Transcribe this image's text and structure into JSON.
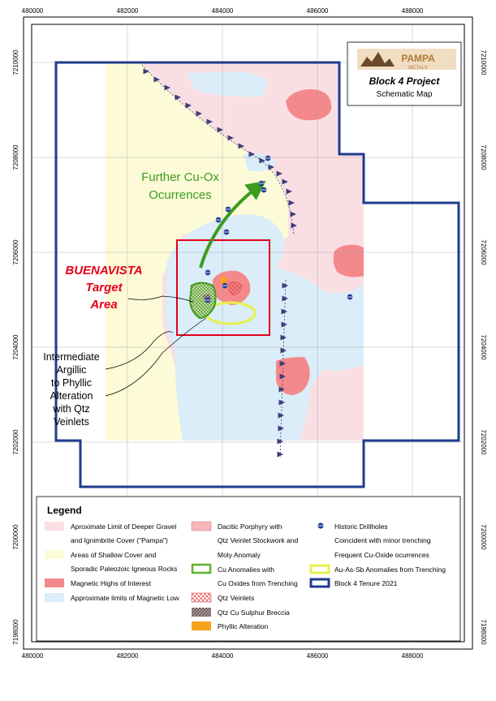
{
  "title_block": {
    "logo_name": "PAMPA",
    "logo_sub": "METALS",
    "project": "Block 4 Project",
    "subtitle": "Schematic Map"
  },
  "axes": {
    "x_ticks": [
      "480000",
      "482000",
      "484000",
      "486000",
      "488000"
    ],
    "y_ticks": [
      "7210000",
      "7208000",
      "7206000",
      "7204000",
      "7202000",
      "7200000",
      "7198000"
    ]
  },
  "annotations": {
    "cu_ox_line1": "Further Cu-Ox",
    "cu_ox_line2": "Ocurrences",
    "target_line1": "BUENAVISTA",
    "target_line2": "Target",
    "target_line3": "Area",
    "alt_line1": "Intermediate",
    "alt_line2": "Argillic",
    "alt_line3": "to Phyllic",
    "alt_line4": "Alteration",
    "alt_line5": "with Qtz",
    "alt_line6": "Veinlets"
  },
  "legend": {
    "title": "Legend",
    "gravel_1": "Aproximate Limit of Deeper Gravel",
    "gravel_2": "and  Ignimbrite Cover (\"Pampa\")",
    "shallow_1": "Areas of Shallow Cover and",
    "shallow_2": "Sporadic Paleozoic Igneous Rocks",
    "mag_high": "Magnetic Highs of Interest",
    "mag_low": "Approximate limits of Magnetic Low",
    "dacitic_1": "Dacitic Porphyry with",
    "dacitic_2": "Qtz Veinlet Stockwork and",
    "dacitic_3": "Moly Anomaly",
    "cu_anom_1": "Cu Anomalies with",
    "cu_anom_2": " Cu Oxides from Trenching",
    "qtz_veinlets": "Qtz Veinlets",
    "breccia": "Qtz Cu Sulphur Breccia",
    "phyllic": "Phyllic Alteration",
    "drill_1": "Historic Drillholes",
    "drill_2": "Coincident with minor trenching",
    "drill_3": "Frequent Cu-Oxide ocurrences",
    "au_as_sb": "Au-As-Sb Anomalies from Trenching",
    "tenure": "Block 4 Tenure 2021"
  },
  "colors": {
    "gravel": "#f9dfe4",
    "shallow": "#fdfbd7",
    "mag_high": "#f4898c",
    "mag_low": "#daedf8",
    "tenure": "#1f3c8c",
    "target": "#e3001b",
    "arrow_green": "#3d9b1e",
    "cu_anom": "#5cb32c",
    "au_as_sb": "#e8f04a",
    "phyllic": "#f7a21b",
    "drill": "#1e3f97",
    "fault": "#3f3d79"
  }
}
